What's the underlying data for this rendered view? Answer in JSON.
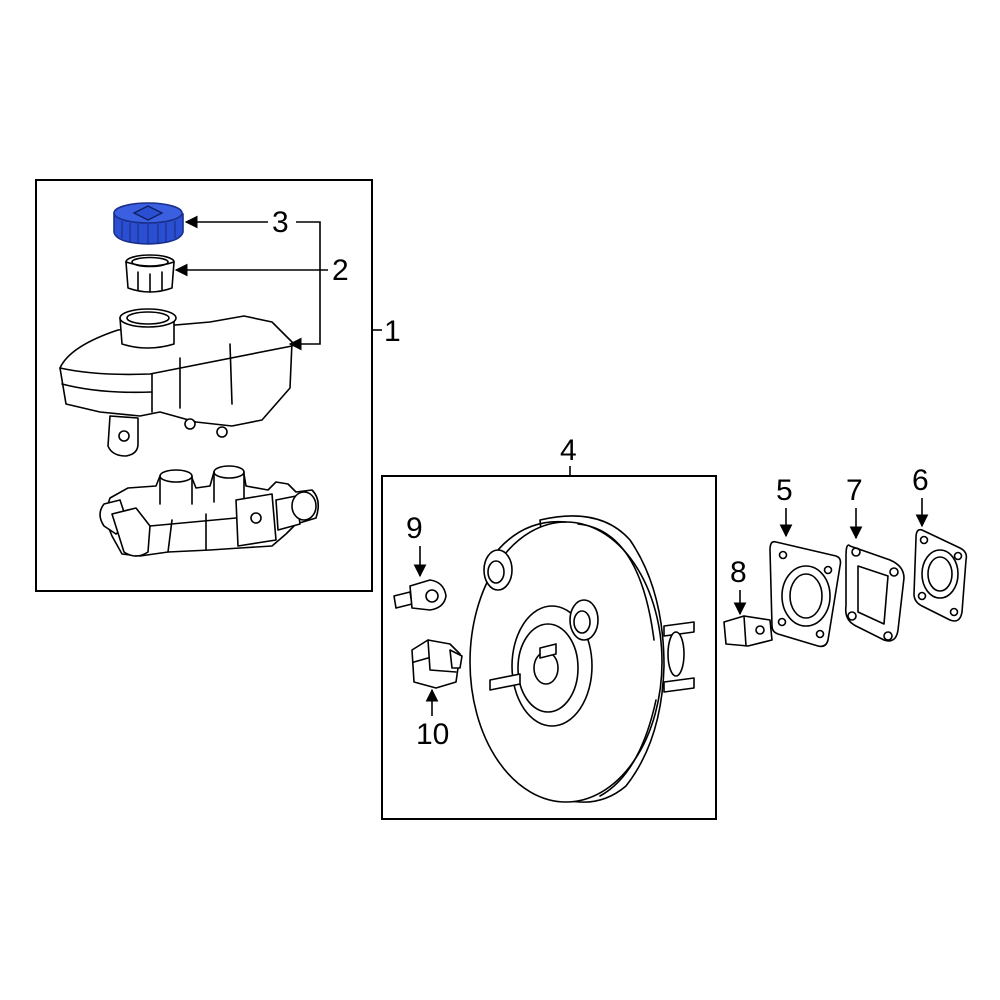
{
  "colors": {
    "highlight": "#2a4fd3",
    "highlight_dark": "#1a2f8a",
    "line": "#000000",
    "background": "#ffffff"
  },
  "callouts": {
    "c1": "1",
    "c2": "2",
    "c3": "3",
    "c4": "4",
    "c5": "5",
    "c6": "6",
    "c7": "7",
    "c8": "8",
    "c9": "9",
    "c10": "10"
  },
  "highlighted_part": "3",
  "icons": {
    "part1": "master-cylinder-assembly-icon",
    "part2": "reservoir-strainer-icon",
    "part3": "reservoir-cap-icon",
    "part4": "brake-booster-icon",
    "part5": "booster-gasket-icon",
    "part6": "gasket-icon",
    "part7": "spacer-bracket-icon",
    "part8": "clevis-icon",
    "part9": "check-valve-icon",
    "part10": "vacuum-hose-connector-icon"
  }
}
